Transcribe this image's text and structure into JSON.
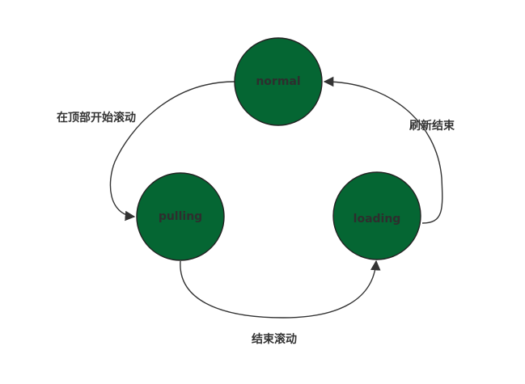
{
  "colors": {
    "node_fill": "#056633",
    "node_text": "#2e2e2e",
    "edge": "#333333"
  },
  "nodes": {
    "normal": {
      "label": "normal"
    },
    "pulling": {
      "label": "pulling"
    },
    "loading": {
      "label": "loading"
    }
  },
  "edges": {
    "normal_to_pulling": {
      "label": "在顶部开始滚动"
    },
    "pulling_to_loading": {
      "label": "结束滚动"
    },
    "loading_to_normal": {
      "label": "刷新结束"
    }
  }
}
